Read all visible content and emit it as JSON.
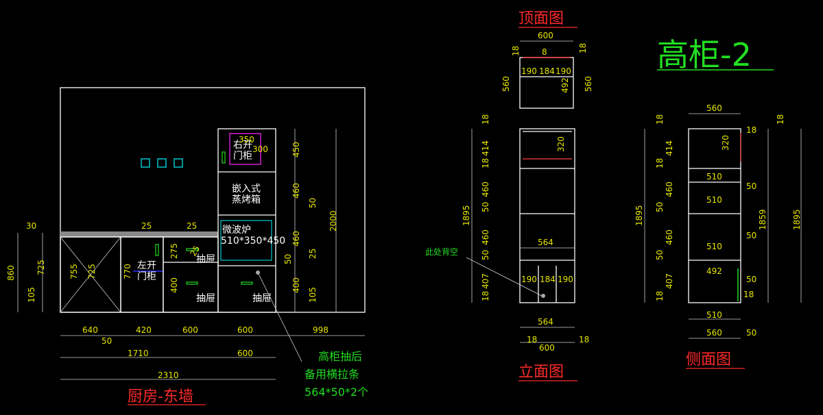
{
  "colors": {
    "background": "#000000",
    "dimension": "#e6e600",
    "caption": "#ff2a2a",
    "title": "#22dd22",
    "note": "#22dd22",
    "lines": "#ffffff",
    "cyan": "#00c8d0",
    "magenta": "#d020d0"
  },
  "title": "高柜-2",
  "captions": {
    "wall": "厨房-东墙",
    "top_view": "顶面图",
    "front_view": "立面图",
    "side_view": "侧面图"
  },
  "wall": {
    "dims_top": [
      "30",
      "25",
      "25",
      "350",
      "300"
    ],
    "labels": {
      "left_door": "左开\n门柜",
      "drawer1": "抽屉",
      "drawer2": "抽屉",
      "drawer3": "抽屉",
      "right_door": "右开\n门柜",
      "steam_oven": "嵌入式\n蒸烤箱",
      "microwave": "微波炉",
      "microwave_size": "510*350*450"
    },
    "dims_left": [
      "860",
      "725",
      "105",
      "755",
      "725",
      "770",
      "275",
      "400",
      "25"
    ],
    "dims_right": [
      "450",
      "460",
      "50",
      "460",
      "50",
      "25",
      "400",
      "105",
      "2000"
    ],
    "dims_bottom_row1": [
      "640",
      "420",
      "600",
      "600",
      "998"
    ],
    "dim_bottom_50": "50",
    "dims_bottom_row2": [
      "1710",
      "600"
    ],
    "dim_bottom_total": "2310",
    "note": [
      "高柜抽后",
      "备用横拉条",
      "564*50*2个"
    ]
  },
  "top_view": {
    "width": "600",
    "dims": [
      "18",
      "8",
      "18",
      "190",
      "184",
      "190",
      "560",
      "492",
      "560"
    ]
  },
  "front_view": {
    "dims_left": [
      "18",
      "414",
      "18",
      "460",
      "50",
      "460",
      "50",
      "407",
      "18",
      "1895"
    ],
    "dims_inner": [
      "320",
      "564",
      "190",
      "184",
      "190"
    ],
    "dims_bottom": [
      "564",
      "18",
      "600",
      "18"
    ],
    "note": "此处背空"
  },
  "side_view": {
    "dims_top": [
      "560"
    ],
    "dims_left": [
      "18",
      "414",
      "18",
      "460",
      "50",
      "460",
      "50",
      "407",
      "18",
      "1895"
    ],
    "dims_inner": [
      "320",
      "510",
      "510",
      "510",
      "492"
    ],
    "dims_right": [
      "18",
      "50",
      "50",
      "50",
      "18",
      "1859",
      "18",
      "1895"
    ],
    "dims_bottom": [
      "510",
      "560",
      "50"
    ]
  }
}
